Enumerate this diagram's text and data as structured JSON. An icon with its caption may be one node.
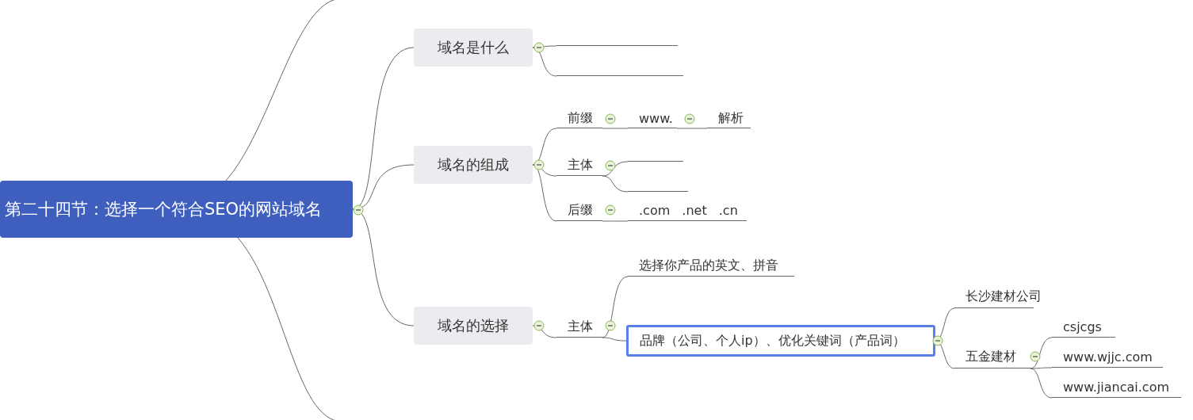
{
  "diagram": {
    "nodes": [
      {
        "text": [
          "第二十四节：选择一个符合SEO的网站域名"
        ]
      },
      {
        "text": [
          "域名是什么"
        ]
      },
      {
        "text": [],
        "shape": "line"
      },
      {
        "text": [],
        "shape": "line"
      },
      {
        "text": [
          "域名的组成"
        ]
      },
      {
        "text": [
          "前缀"
        ]
      },
      {
        "text": [
          "www."
        ]
      },
      {
        "text": [
          "解析"
        ]
      },
      {
        "text": [
          "主体"
        ]
      },
      {
        "text": [],
        "shape": "line"
      },
      {
        "text": [],
        "shape": "line"
      },
      {
        "text": [
          "后缀"
        ]
      },
      {
        "text": [
          ".com .net .cn"
        ]
      },
      {
        "text": [
          "域名的选择"
        ]
      },
      {
        "text": [
          "主体"
        ]
      },
      {
        "text": [
          "选择你产品的英文、拼音"
        ]
      },
      {
        "text": [
          "品牌（公司、个人ip）、优化关键词（产品词）"
        ]
      },
      {
        "text": [
          "长沙建材公司"
        ]
      },
      {
        "text": [
          "五金建材"
        ]
      },
      {
        "text": [
          "csjcgs"
        ]
      },
      {
        "text": [
          "www.wjjc.com"
        ]
      },
      {
        "text": [
          "www.jiancai.com"
        ]
      }
    ],
    "edges": [
      {
        "from": 0,
        "to": 1,
        "arrow": "none"
      },
      {
        "from": 0,
        "to": 4,
        "arrow": "none"
      },
      {
        "from": 0,
        "to": 13,
        "arrow": "none"
      },
      {
        "from": 1,
        "to": 2,
        "arrow": "none"
      },
      {
        "from": 1,
        "to": 3,
        "arrow": "none"
      },
      {
        "from": 4,
        "to": 5,
        "arrow": "none"
      },
      {
        "from": 4,
        "to": 8,
        "arrow": "none"
      },
      {
        "from": 4,
        "to": 11,
        "arrow": "none"
      },
      {
        "from": 5,
        "to": 6,
        "arrow": "none"
      },
      {
        "from": 6,
        "to": 7,
        "arrow": "none"
      },
      {
        "from": 8,
        "to": 9,
        "arrow": "none"
      },
      {
        "from": 8,
        "to": 10,
        "arrow": "none"
      },
      {
        "from": 11,
        "to": 12,
        "arrow": "none"
      },
      {
        "from": 13,
        "to": 14,
        "arrow": "none"
      },
      {
        "from": 14,
        "to": 15,
        "arrow": "none"
      },
      {
        "from": 14,
        "to": 16,
        "arrow": "none"
      },
      {
        "from": 16,
        "to": 17,
        "arrow": "none"
      },
      {
        "from": 16,
        "to": 18,
        "arrow": "none"
      },
      {
        "from": 18,
        "to": 19,
        "arrow": "none"
      },
      {
        "from": 18,
        "to": 20,
        "arrow": "none"
      },
      {
        "from": 18,
        "to": 21,
        "arrow": "none"
      },
      {
        "from": 0,
        "to": null,
        "arrow": "none"
      },
      {
        "from": 0,
        "to": null,
        "arrow": "none"
      }
    ]
  }
}
